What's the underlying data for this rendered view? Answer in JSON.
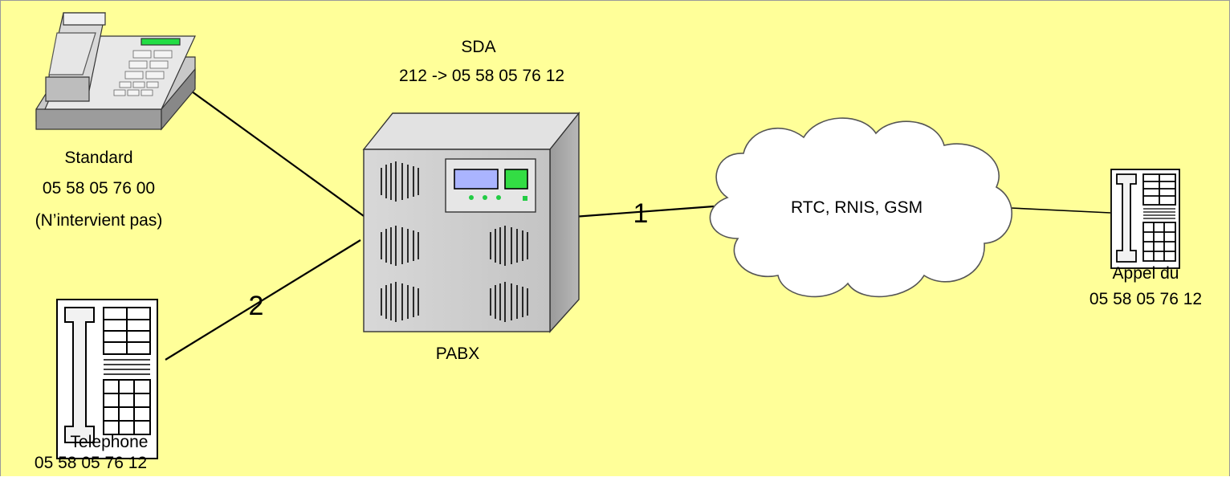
{
  "sda": {
    "title": "SDA",
    "mapping": "212 -> 05 58 05 76 12"
  },
  "standard": {
    "name": "Standard",
    "number": "05 58 05 76 00",
    "note": "(N’intervient pas)"
  },
  "telephone": {
    "name": "Telephone",
    "number": "05 58 05 76 12"
  },
  "pabx": {
    "label": "PABX"
  },
  "network": {
    "label": "RTC, RNIS, GSM"
  },
  "caller": {
    "line1": "Appel du",
    "number": "05 58 05 76 12"
  },
  "links": {
    "link1_label": "1",
    "link2_label": "2"
  },
  "colors": {
    "background": "#ffff99",
    "phone_display": "#22dd44",
    "pabx_screen": "#aab4ff",
    "pabx_screen_green": "#33dd44",
    "leds": "#22cc44"
  }
}
